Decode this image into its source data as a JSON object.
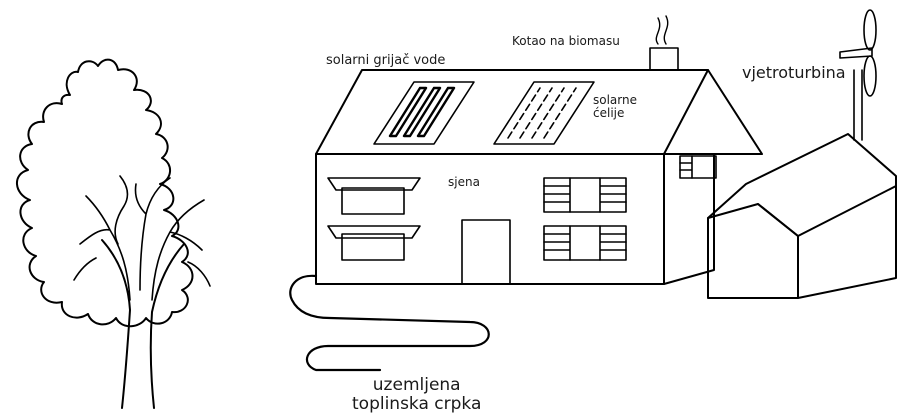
{
  "labels": {
    "biomass_boiler": "Kotao na biomasu",
    "solar_water_heater": "solarni grijač vode",
    "solar_cells": "solarne\nćelije",
    "wind_turbine": "vjetroturbina",
    "shade": "sjena",
    "ground_heat_pump": "uzemljena\ntoplinska crpka"
  },
  "colors": {
    "stroke": "#000000",
    "background": "#ffffff",
    "text": "#1a1a1a"
  }
}
